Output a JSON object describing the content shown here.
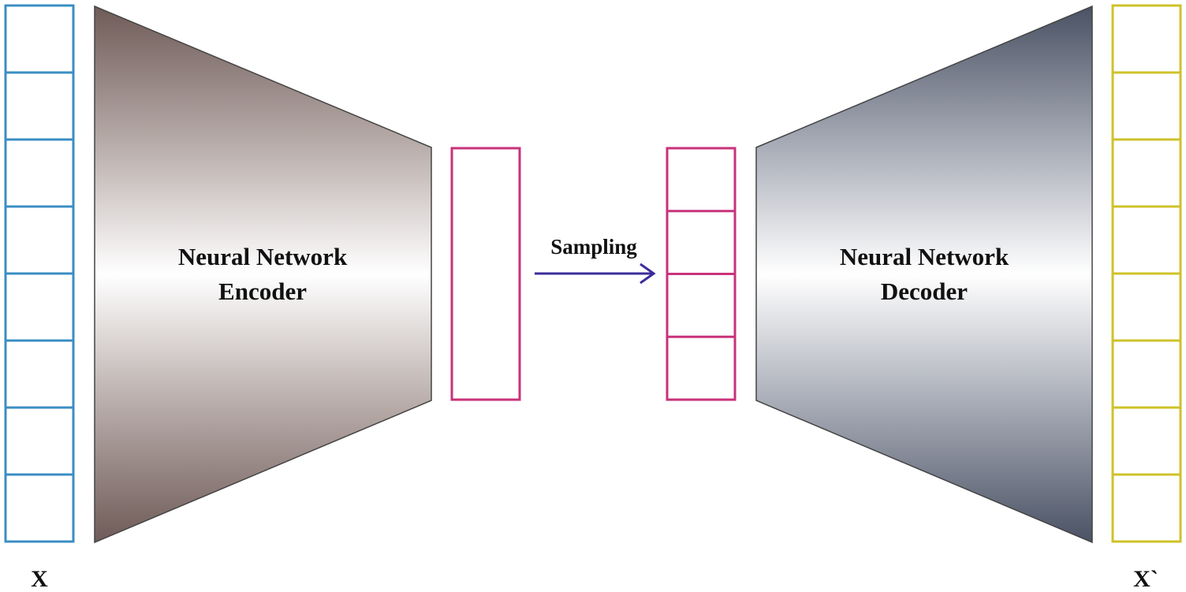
{
  "encoder": {
    "line1": "Neural Network",
    "line2": "Encoder"
  },
  "decoder": {
    "line1": "Neural Network",
    "line2": "Decoder"
  },
  "sampling_label": "Sampling",
  "input_label": "X",
  "output_label": "X`",
  "colors": {
    "input_vector": "#3b8ec2",
    "latent_vector": "#c8327a",
    "output_vector": "#cfc22a",
    "arrow": "#3b2c9a",
    "encoder_gradient": [
      "#6f5b58",
      "#d9cfcc",
      "#ffffff"
    ],
    "decoder_gradient": [
      "#4a5264",
      "#b9bcc5",
      "#ffffff"
    ]
  },
  "input_cells": 8,
  "output_cells": 8,
  "sampled_cells": 4
}
